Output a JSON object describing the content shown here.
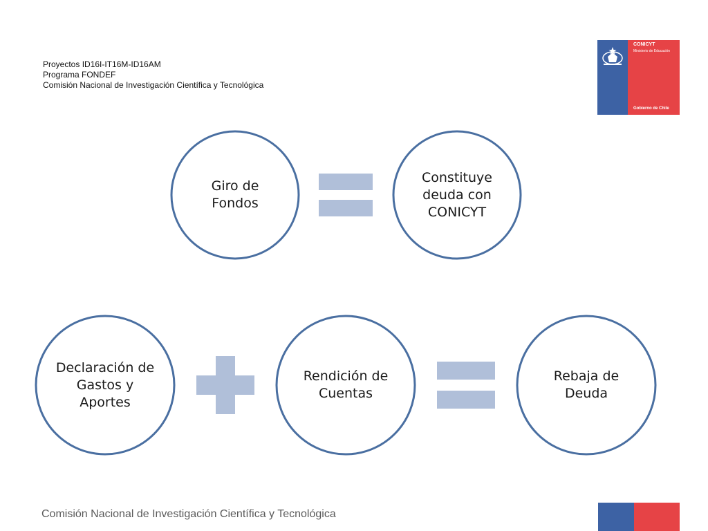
{
  "header": {
    "line1": "Proyectos ID16I-IT16M-ID16AM",
    "line2": "Programa FONDEF",
    "line3": "Comisión Nacional de Investigación Científica y Tecnológica"
  },
  "logo": {
    "name": "CONICYT",
    "subtitle": "Ministerio de Educación",
    "government": "Gobierno de Chile",
    "colors": {
      "blue": "#3d62a4",
      "red": "#e64346"
    }
  },
  "diagram": {
    "circle_stroke": "#4a6fa1",
    "operator_color": "#b0bfd9",
    "nodes": [
      {
        "id": "giro",
        "label": "Giro de\nFondos"
      },
      {
        "id": "constituye",
        "label": "Constituye\ndeuda con\nCONICYT"
      },
      {
        "id": "declaracion",
        "label": "Declaración de\nGastos y\nAportes"
      },
      {
        "id": "rendicion",
        "label": "Rendición de\nCuentas"
      },
      {
        "id": "rebaja",
        "label": "Rebaja de\nDeuda"
      }
    ],
    "operators": [
      "equals",
      "plus",
      "equals"
    ]
  },
  "footer": {
    "text": "Comisión Nacional de Investigación Científica y Tecnológica"
  }
}
